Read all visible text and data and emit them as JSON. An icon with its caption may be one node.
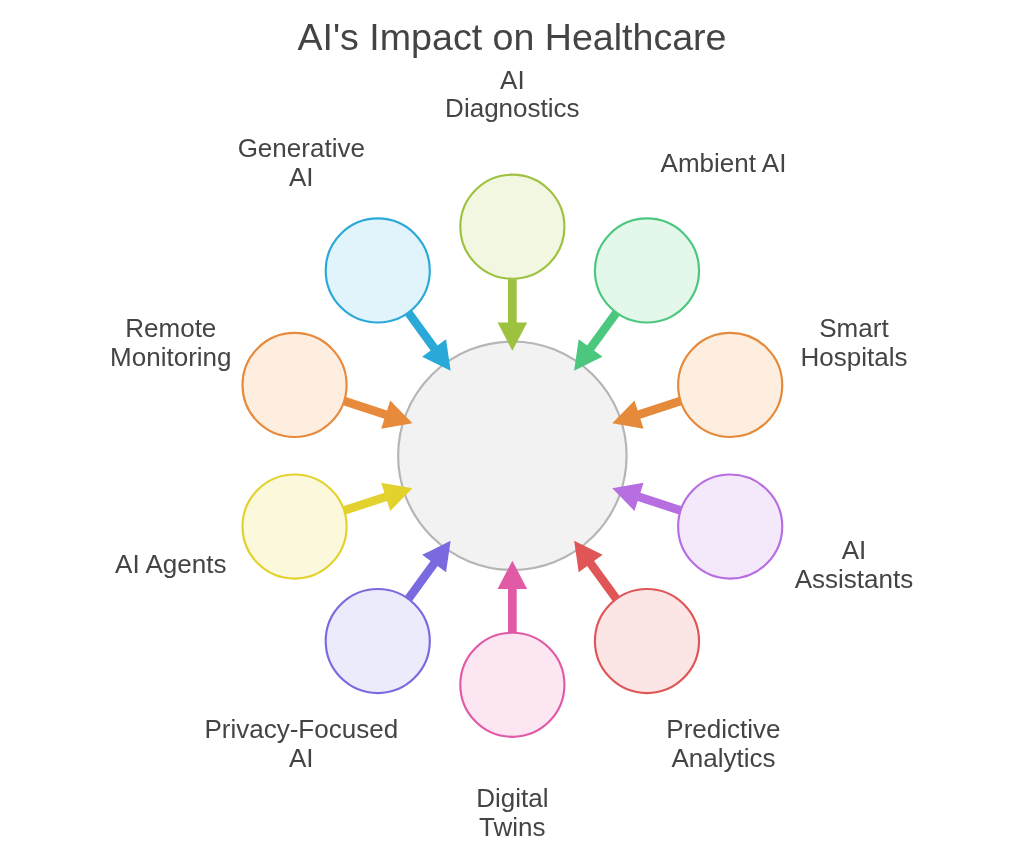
{
  "diagram": {
    "title": "AI's Impact on Healthcare",
    "nodes": [
      {
        "text": [],
        "shape": "circle"
      },
      {
        "text": [],
        "shape": "circle",
        "beside": [
          "Smart Hospitals"
        ]
      },
      {
        "text": [],
        "shape": "circle",
        "beside": [
          "Ambient AI"
        ]
      },
      {
        "text": [],
        "shape": "circle",
        "beside": [
          "AI Diagnostics"
        ]
      },
      {
        "text": [],
        "shape": "circle",
        "beside": [
          "Generative AI"
        ]
      },
      {
        "text": [],
        "shape": "circle",
        "beside": [
          "Remote Monitoring"
        ]
      },
      {
        "text": [],
        "shape": "circle",
        "beside": [
          "AI Agents"
        ]
      },
      {
        "text": [],
        "shape": "circle",
        "beside": [
          "Privacy-Focused AI"
        ]
      },
      {
        "text": [],
        "shape": "circle",
        "beside": [
          "Digital Twins"
        ]
      },
      {
        "text": [],
        "shape": "circle",
        "beside": [
          "Predictive Analytics"
        ]
      },
      {
        "text": [],
        "shape": "circle",
        "beside": [
          "AI Assistants"
        ]
      }
    ],
    "edges": [
      {
        "from": 1,
        "to": 0,
        "arrow": "to",
        "color": "#e58a3a"
      },
      {
        "from": 2,
        "to": 0,
        "arrow": "to",
        "color": "#4cc77e"
      },
      {
        "from": 3,
        "to": 0,
        "arrow": "to",
        "color": "#9cc23f"
      },
      {
        "from": 4,
        "to": 0,
        "arrow": "to",
        "color": "#2aa9d8"
      },
      {
        "from": 5,
        "to": 0,
        "arrow": "to",
        "color": "#e88a3c"
      },
      {
        "from": 6,
        "to": 0,
        "arrow": "to",
        "color": "#e3d22e"
      },
      {
        "from": 7,
        "to": 0,
        "arrow": "to",
        "color": "#7a6ae0"
      },
      {
        "from": 8,
        "to": 0,
        "arrow": "to",
        "color": "#e05aa6"
      },
      {
        "from": 9,
        "to": 0,
        "arrow": "to",
        "color": "#e05555"
      },
      {
        "from": 10,
        "to": 0,
        "arrow": "to",
        "color": "#b76ee0"
      }
    ]
  }
}
